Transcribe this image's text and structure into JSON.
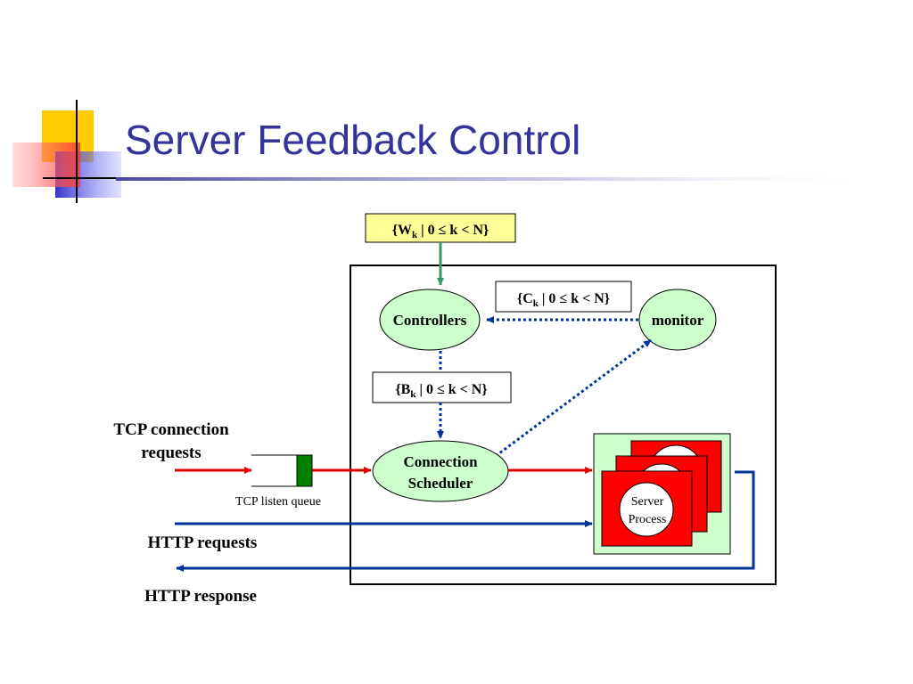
{
  "slide": {
    "title": "Server Feedback Control"
  },
  "colors": {
    "title": "#333399",
    "deco_yellow": "#FFCC00",
    "deco_red": "#FF3333",
    "deco_blue": "#3333CC",
    "node_fill": "#CCFFCC",
    "label_box_fill": "#FFFF99",
    "request_arrow": "#DD0000",
    "http_arrow": "#003399",
    "weight_arrow": "#339966",
    "server_red": "#FF0000",
    "queue_green": "#008000"
  },
  "sets": {
    "w": {
      "open": "{W",
      "sub": "k",
      "cond": " | 0 ≤ k < N}"
    },
    "c": {
      "open": "{C",
      "sub": "k",
      "cond": " | 0 ≤ k < N}"
    },
    "b": {
      "open": "{B",
      "sub": "k",
      "cond": " | 0 ≤ k < N}"
    }
  },
  "nodes": {
    "controllers": "Controllers",
    "monitor": "monitor",
    "scheduler_line1": "Connection",
    "scheduler_line2": "Scheduler",
    "server_line1": "Server",
    "server_line2": "Process"
  },
  "labels": {
    "tcp_line1": "TCP connection",
    "tcp_line2": "requests",
    "listen_queue": "TCP listen queue",
    "http_requests": "HTTP requests",
    "http_response": "HTTP response"
  }
}
